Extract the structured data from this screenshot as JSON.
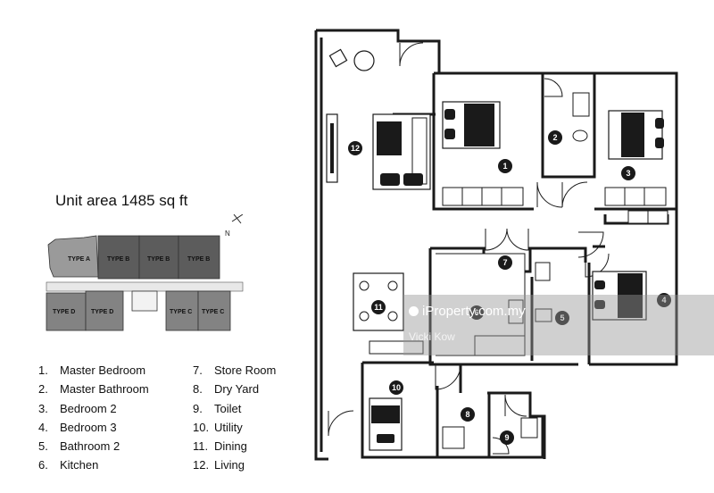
{
  "unit_area": "Unit area 1485 sq ft",
  "compass_label": "N",
  "keyplan": {
    "upper_units": [
      "TYPE A",
      "TYPE B",
      "TYPE B",
      "TYPE B"
    ],
    "lower_left_units": [
      "TYPE D",
      "TYPE D"
    ],
    "lower_right_units": [
      "TYPE C",
      "TYPE C"
    ]
  },
  "legend": {
    "left": [
      {
        "num": "1.",
        "label": "Master Bedroom"
      },
      {
        "num": "2.",
        "label": "Master Bathroom"
      },
      {
        "num": "3.",
        "label": "Bedroom 2"
      },
      {
        "num": "4.",
        "label": "Bedroom 3"
      },
      {
        "num": "5.",
        "label": "Bathroom 2"
      },
      {
        "num": "6.",
        "label": "Kitchen"
      }
    ],
    "right": [
      {
        "num": "7.",
        "label": "Store Room"
      },
      {
        "num": "8.",
        "label": "Dry Yard"
      },
      {
        "num": "9.",
        "label": "Toilet"
      },
      {
        "num": "10.",
        "label": "Utility"
      },
      {
        "num": "11.",
        "label": "Dining"
      },
      {
        "num": "12.",
        "label": "Living"
      }
    ]
  },
  "room_markers": [
    "1",
    "2",
    "3",
    "4",
    "5",
    "6",
    "7",
    "8",
    "9",
    "10",
    "11",
    "12"
  ],
  "watermark": {
    "brand": "iProperty.com.my",
    "agent": "Vicki Kow"
  },
  "colors": {
    "wall": "#1a1a1a",
    "type_a": "#9a9a9a",
    "type_b": "#5c5c5c",
    "type_cd": "#838383"
  }
}
